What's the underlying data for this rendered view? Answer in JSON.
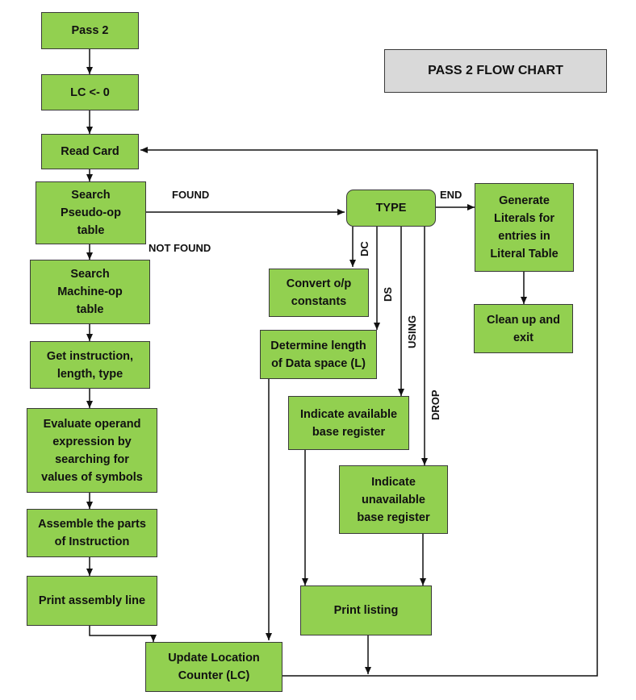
{
  "title": "PASS 2 FLOW CHART",
  "boxes": {
    "pass2": "Pass 2",
    "lc_zero": "LC <- 0",
    "read_card": "Read Card",
    "search_pseudo": "Search\nPseudo-op\ntable",
    "search_machine": "Search\nMachine-op\ntable",
    "get_instruction": "Get instruction,\nlength, type",
    "evaluate_operand": "Evaluate operand\nexpression by\nsearching for\nvalues of symbols",
    "assemble": "Assemble the parts\nof Instruction",
    "print_assembly": "Print assembly line",
    "update_lc": "Update Location\nCounter (LC)",
    "type": "TYPE",
    "generate_literals": "Generate\nLiterals for\nentries in\nLiteral Table",
    "clean_up": "Clean up and\nexit",
    "convert": "Convert o/p\nconstants",
    "determine_length": "Determine length\nof Data space (L)",
    "indicate_available": "Indicate available\nbase register",
    "indicate_unavailable": "Indicate\nunavailable\nbase register",
    "print_listing": "Print listing"
  },
  "labels": {
    "found": "FOUND",
    "not_found": "NOT FOUND",
    "end": "END",
    "dc": "DC",
    "ds": "DS",
    "using": "USING",
    "drop": "DROP"
  },
  "colors": {
    "box_fill": "#92d050",
    "title_fill": "#d9d9d9",
    "stroke": "#3a3a3a"
  }
}
